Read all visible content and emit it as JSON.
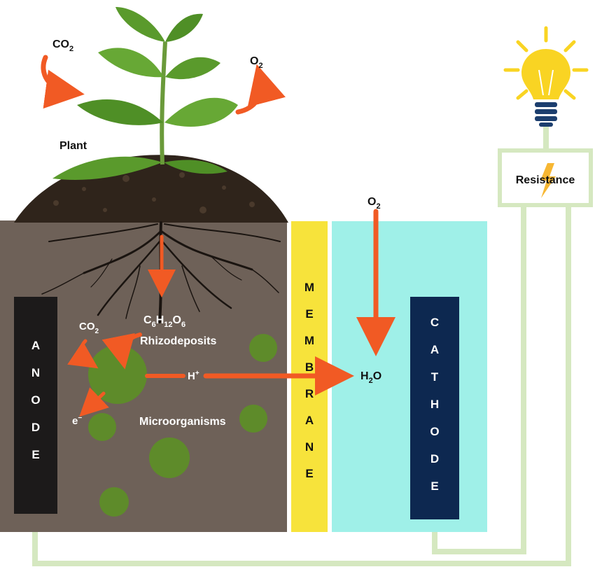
{
  "labels": {
    "co2_top": "CO",
    "co2_top_sub": "2",
    "o2_top": "O",
    "o2_top_sub": "2",
    "plant": "Plant",
    "o2_cathode": "O",
    "o2_cathode_sub": "2",
    "h2o": "H",
    "h2o_sub": "2",
    "h2o_tail": "O",
    "resistance": "Resistance",
    "co2_soil": "CO",
    "co2_soil_sub": "2",
    "glucose_c": "C",
    "glucose_6a": "6",
    "glucose_h": "H",
    "glucose_12": "12",
    "glucose_o": "O",
    "glucose_6b": "6",
    "rhizodeposits": "Rhizodeposits",
    "proton": "H",
    "proton_sup": "+",
    "electron": "e",
    "electron_sup": "−",
    "microorganisms": "Microorganisms"
  },
  "anode_letters": [
    "A",
    "N",
    "O",
    "D",
    "E"
  ],
  "membrane_letters": [
    "M",
    "E",
    "M",
    "B",
    "R",
    "A",
    "N",
    "E"
  ],
  "cathode_letters": [
    "C",
    "A",
    "T",
    "H",
    "O",
    "D",
    "E"
  ],
  "colors": {
    "soil": "#6e6158",
    "anode": "#1c1a1a",
    "membrane": "#f7e33b",
    "water": "#9ff0e8",
    "cathode": "#0d2850",
    "arrow": "#f15a24",
    "wire": "#d5e8c0",
    "microbe": "#5e8b2a",
    "bulb": "#f9d423",
    "bulb_base": "#1c3e6e",
    "leaf": "#5a9a2c"
  }
}
